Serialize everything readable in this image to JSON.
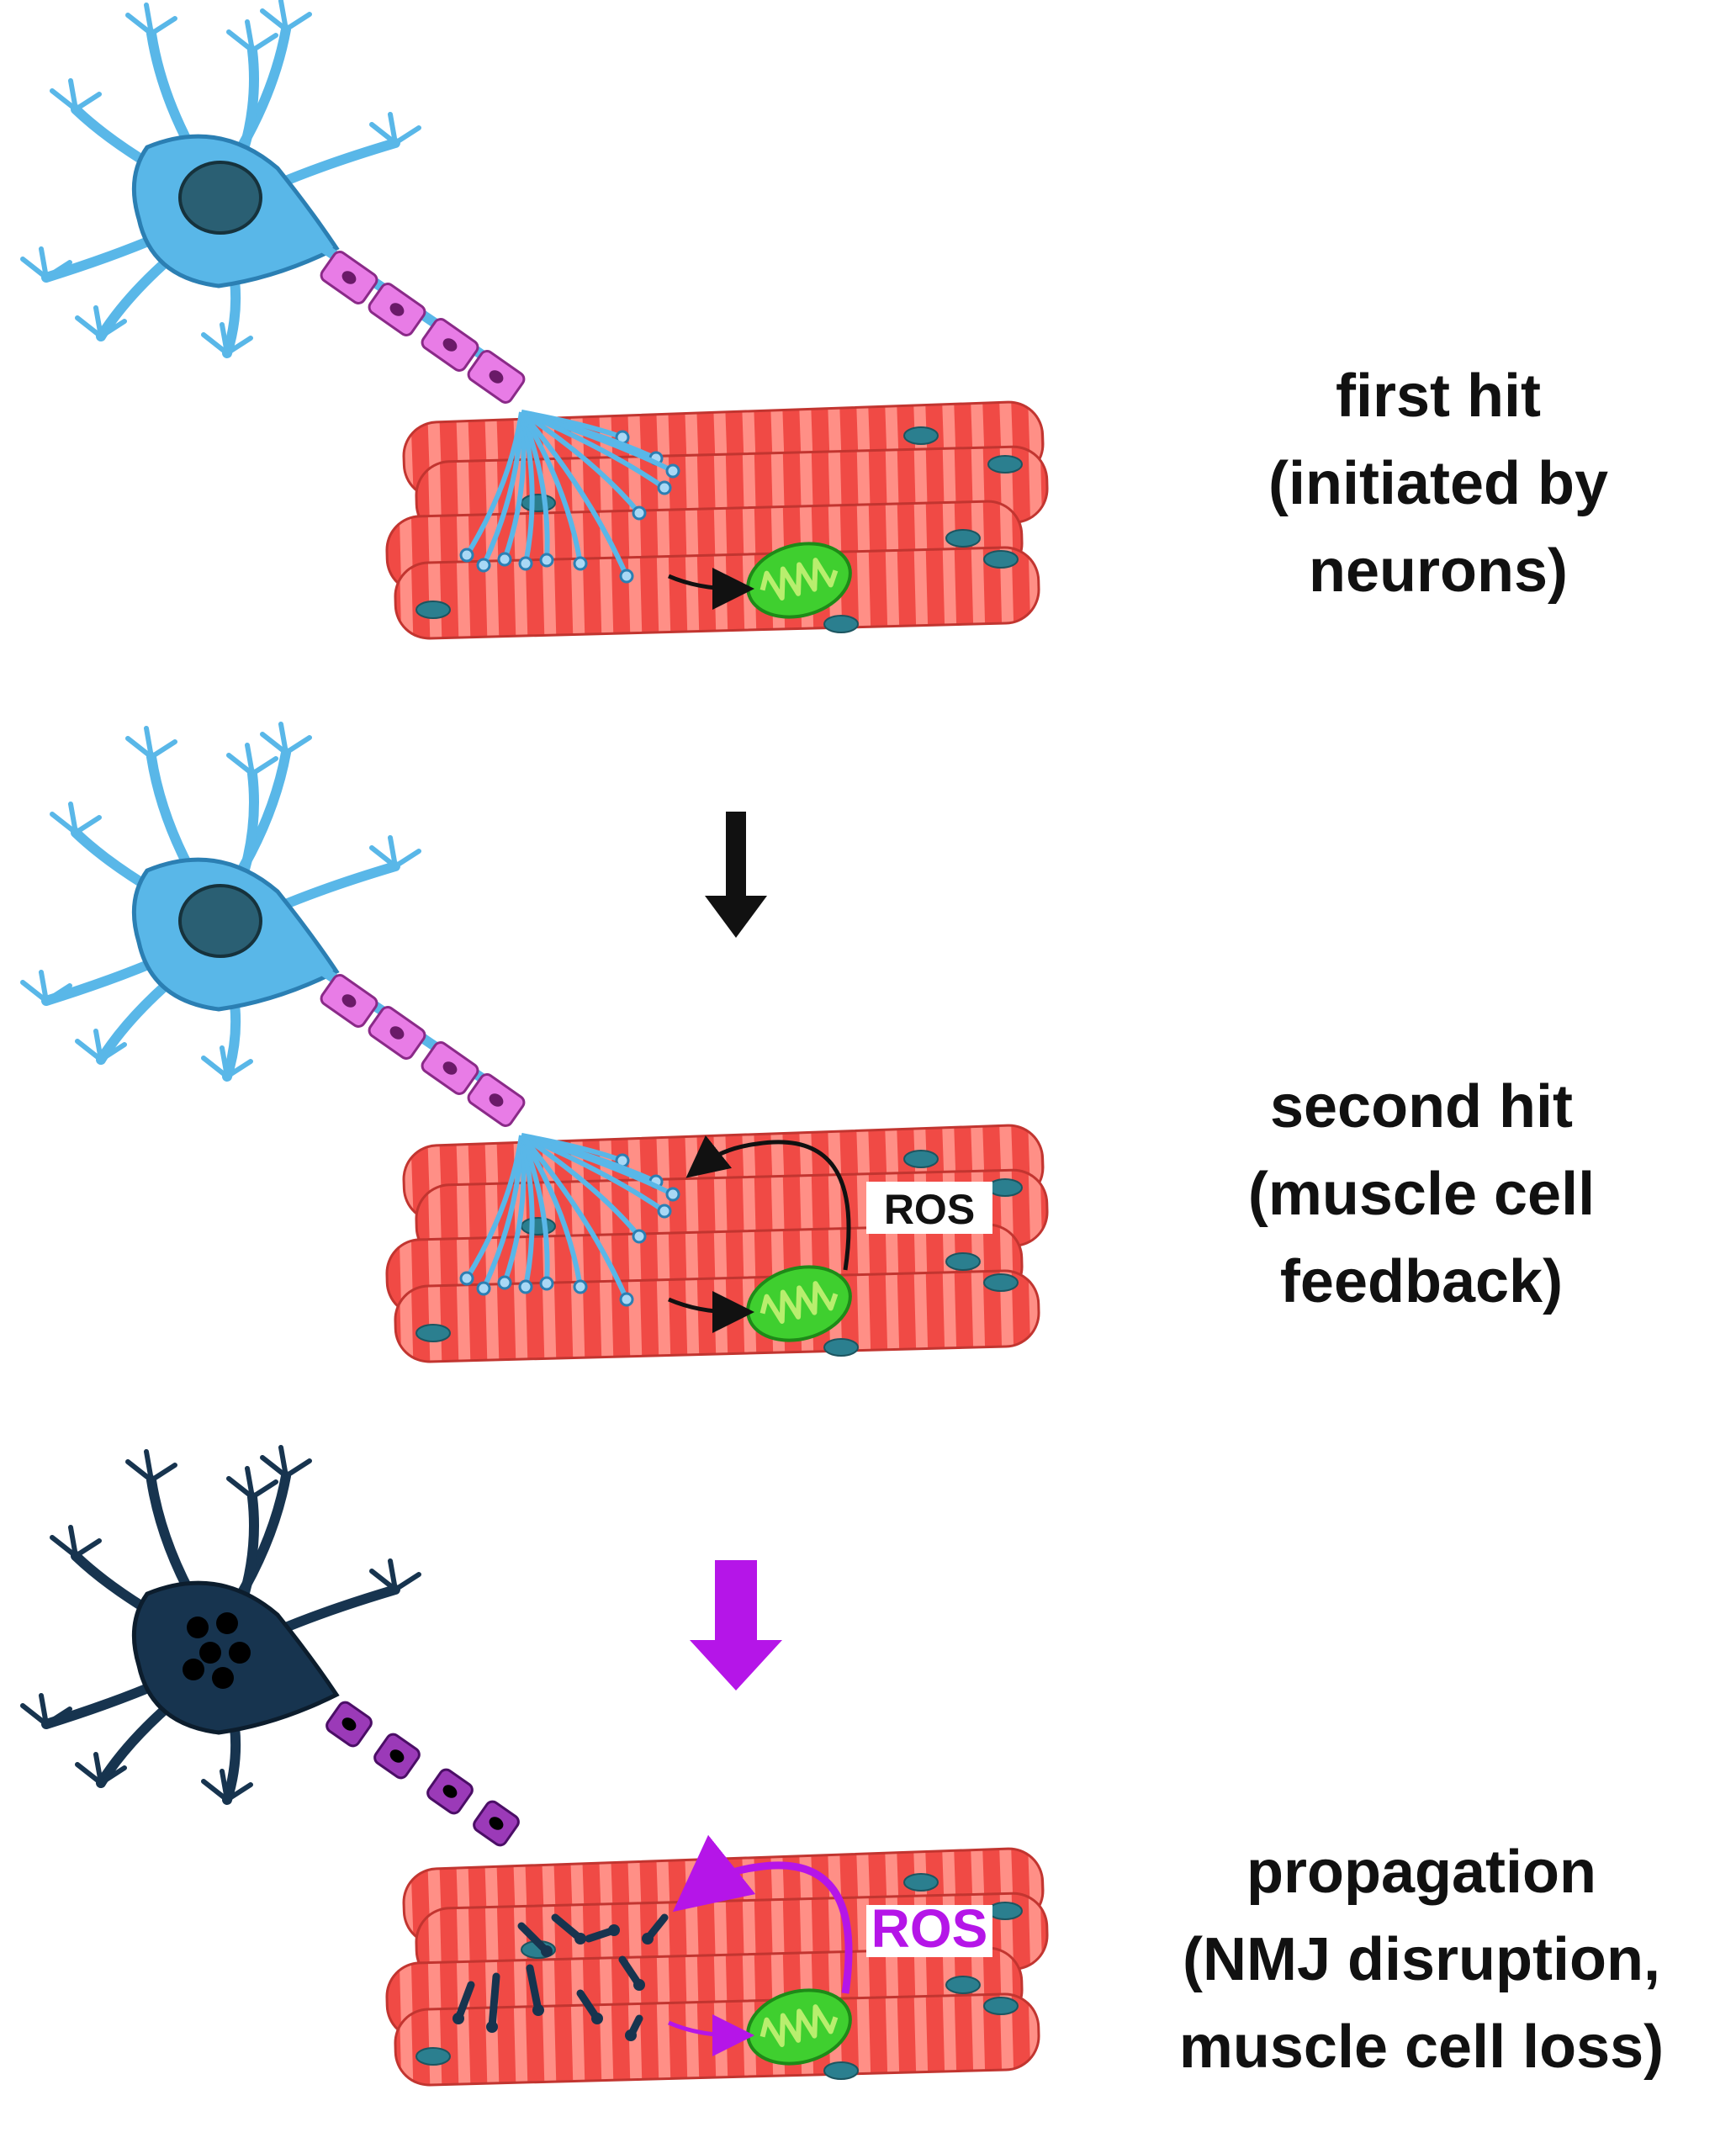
{
  "colors": {
    "neuron_healthy": "#59b7e8",
    "neuron_healthy_nucleus": "#2a5f73",
    "neuron_damaged": "#17344f",
    "myelin_healthy": "#e87ce6",
    "myelin_damaged": "#9b3ab8",
    "muscle": "#f04a45",
    "muscle_stripe": "#ff8f86",
    "muscle_nucleus": "#2b7f8f",
    "mitochondrion": "#3fcf2f",
    "mitochondrion_inner": "#b8ee6e",
    "arrow_black": "#111111",
    "arrow_purple": "#b515e8"
  },
  "panels": [
    {
      "id": "first",
      "state": "healthy",
      "ros_label": "",
      "ros_color": "",
      "text_lines": [
        "first hit",
        "(initiated by",
        "neurons)"
      ]
    },
    {
      "id": "second",
      "state": "healthy",
      "ros_label": "ROS",
      "ros_color": "#111111",
      "text_lines": [
        "second hit",
        "(muscle cell",
        "feedback)"
      ]
    },
    {
      "id": "third",
      "state": "damaged",
      "ros_label": "ROS",
      "ros_color": "#b515e8",
      "text_lines": [
        "propagation",
        "(NMJ disruption,",
        "muscle cell loss)"
      ]
    }
  ],
  "transitions": [
    {
      "from": "first",
      "to": "second",
      "color": "#111111"
    },
    {
      "from": "second",
      "to": "third",
      "color": "#b515e8"
    }
  ]
}
